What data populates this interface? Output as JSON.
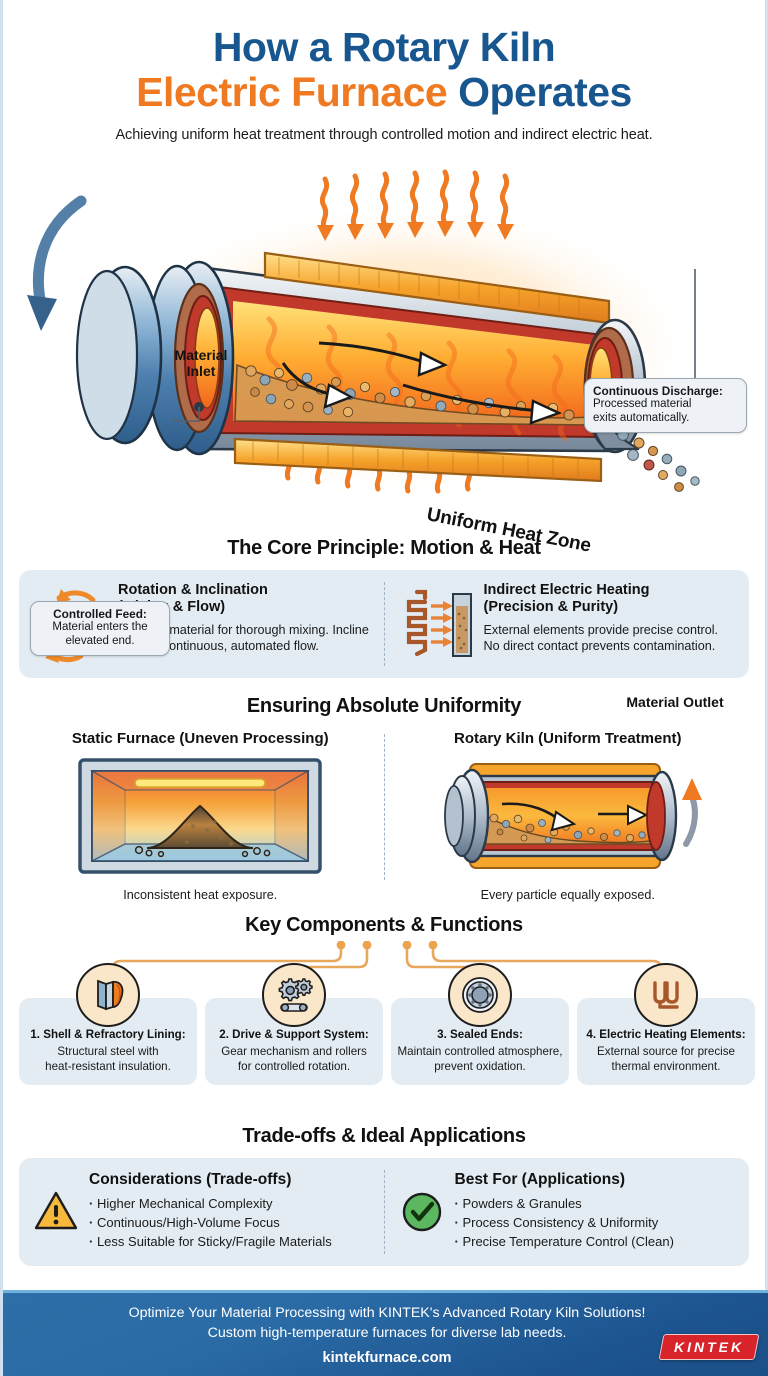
{
  "header": {
    "title_line1": "How a Rotary Kiln",
    "title_line2_a": "Electric Furnace",
    "title_line2_b": "Operates",
    "subtitle": "Achieving uniform heat treatment through controlled motion and indirect electric heat.",
    "color_blue": "#17568f",
    "color_orange": "#ef7a22"
  },
  "hero": {
    "label_inlet": "Material\nInlet",
    "label_inlet_l1": "Material",
    "label_inlet_l2": "Inlet",
    "label_outlet": "Material Outlet",
    "heat_zone_label": "Uniform Heat Zone",
    "callouts": [
      {
        "id": "continuous-discharge",
        "title": "Continuous Discharge:",
        "body_l1": "Processed material",
        "body_l2": "exits automatically."
      },
      {
        "id": "controlled-feed",
        "title": "Controlled Feed:",
        "body_l1": "Material enters the",
        "body_l2": "elevated end."
      }
    ]
  },
  "core_principle": {
    "heading": "The Core Principle: Motion & Heat",
    "items": [
      {
        "icon": "rotating-cylinder-icon",
        "title_l1": "Rotation & Inclination",
        "title_l2": "(Mixing & Flow)",
        "text": "Tumbles material for thorough mixing. Incline creates continuous, automated flow."
      },
      {
        "icon": "heating-coil-icon",
        "title_l1": "Indirect Electric Heating",
        "title_l2": "(Precision & Purity)",
        "text": "External elements provide precise control. No direct contact prevents contamination."
      }
    ]
  },
  "uniformity": {
    "heading": "Ensuring Absolute Uniformity",
    "left": {
      "title": "Static Furnace (Uneven Processing)",
      "caption": "Inconsistent heat exposure.",
      "icon": "static-furnace-icon"
    },
    "right": {
      "title": "Rotary Kiln (Uniform Treatment)",
      "caption": "Every particle equally exposed.",
      "icon": "rotary-kiln-icon"
    }
  },
  "key_components": {
    "heading": "Key Components & Functions",
    "items": [
      {
        "icon": "shell-lining-icon",
        "title": "1. Shell & Refractory Lining:",
        "desc_l1": "Structural steel with",
        "desc_l2": "heat-resistant insulation."
      },
      {
        "icon": "gears-icon",
        "title": "2. Drive & Support System:",
        "desc_l1": "Gear mechanism and rollers",
        "desc_l2": "for controlled rotation."
      },
      {
        "icon": "seal-flange-icon",
        "title": "3. Sealed Ends:",
        "desc_l1": "Maintain controlled atmosphere,",
        "desc_l2": "prevent oxidation."
      },
      {
        "icon": "heating-element-icon",
        "title": "4. Electric Heating Elements:",
        "desc_l1": "External source for precise",
        "desc_l2": "thermal environment."
      }
    ]
  },
  "tradeoffs": {
    "heading": "Trade-offs & Ideal Applications",
    "left": {
      "icon": "warning-triangle-icon",
      "title": "Considerations (Trade-offs)",
      "items": [
        "Higher Mechanical Complexity",
        "Continuous/High-Volume Focus",
        "Less Suitable for Sticky/Fragile Materials"
      ]
    },
    "right": {
      "icon": "check-circle-icon",
      "title": "Best For (Applications)",
      "items": [
        "Powders & Granules",
        "Process Consistency & Uniformity",
        "Precise Temperature Control (Clean)"
      ]
    }
  },
  "footer": {
    "line1": "Optimize Your Material Processing with KINTEK's Advanced Rotary Kiln Solutions!",
    "line2": "Custom high-temperature furnaces for diverse lab needs.",
    "url": "kintekfurnace.com",
    "logo_text": "KINTEK",
    "logo_color": "#d8232a",
    "bg_color": "#25629c"
  }
}
